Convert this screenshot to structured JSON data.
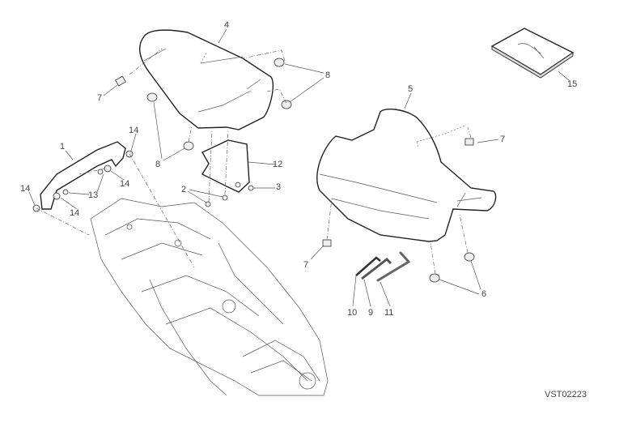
{
  "diagram": {
    "drawing_code": "VST02223",
    "callouts": {
      "grab_handle": "1",
      "screw_2": "2",
      "screw_3": "3",
      "passenger_seat": "4",
      "rider_seat": "5",
      "rubber_pad_6": "6",
      "clip_7": "7",
      "rubber_pad_8": "8",
      "key_9": "9",
      "key_10": "10",
      "key_11": "11",
      "bracket": "12",
      "screw_13": "13",
      "washer_14": "14",
      "manual": "15"
    }
  }
}
